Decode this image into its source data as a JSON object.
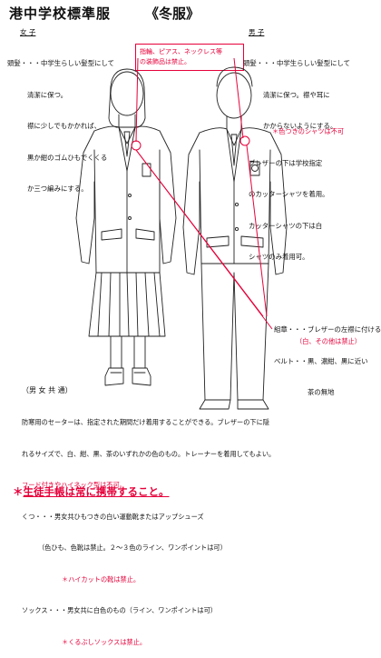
{
  "header": {
    "title": "港中学校標準服",
    "season": "《冬服》"
  },
  "female": {
    "label": "女 子",
    "lines": [
      "頭髪・・・中学生らしい髪型にして",
      "清潔に保つ。",
      "襟に少しでもかかれば、",
      "黒か紺のゴムひもでくくる",
      "か三つ編みにする。"
    ]
  },
  "male": {
    "label": "男 子",
    "lines": [
      "頭髪・・・中学生らしい髪型にして",
      "清潔に保つ。襟や耳に",
      "かからないようにする。",
      "ブレザーの下は学校指定",
      "のカッターシャツを着用。",
      "カッターシャツの下は白",
      "シャツのみ着用可。"
    ],
    "note": "＊色つきのシャツは不可"
  },
  "accessory_notice": [
    "指輪、ピアス、ネックレス等",
    "の装飾品は禁止。"
  ],
  "badge": {
    "lines": [
      "組章・・・ブレザーの左襟に付ける",
      "ベルト・・黒、濃紺、黒に近い",
      "　　　　　茶の無地"
    ],
    "note": "（白、その他は禁止）"
  },
  "common": {
    "heading": "（男 女 共 通）",
    "sweater": [
      "防寒用のセーターは、指定された期間だけ着用することができる。ブレザーの下に隠",
      "れるサイズで、白、紺、黒、茶のいずれかの色のもの。トレーナーを着用してもよい。"
    ],
    "hood_note": "フード付きやハイネック型は不可。",
    "shoes": [
      "くつ・・・男女共ひもつきの白い運動靴またはアップシューズ",
      "　　　（色ひも、色靴は禁止。２～３色のライン、ワンポイントは可）"
    ],
    "highcut_note": "＊ハイカットの靴は禁止。",
    "socks": "ソックス・・・男女共に白色のもの（ライン、ワンポイントは可）",
    "socks_note": "＊くるぶしソックスは禁止。"
  },
  "footer": {
    "marker": "＊",
    "text": "生徒手帳は常に携帯すること。"
  },
  "colors": {
    "accent": "#e6003a",
    "ink": "#111111"
  }
}
